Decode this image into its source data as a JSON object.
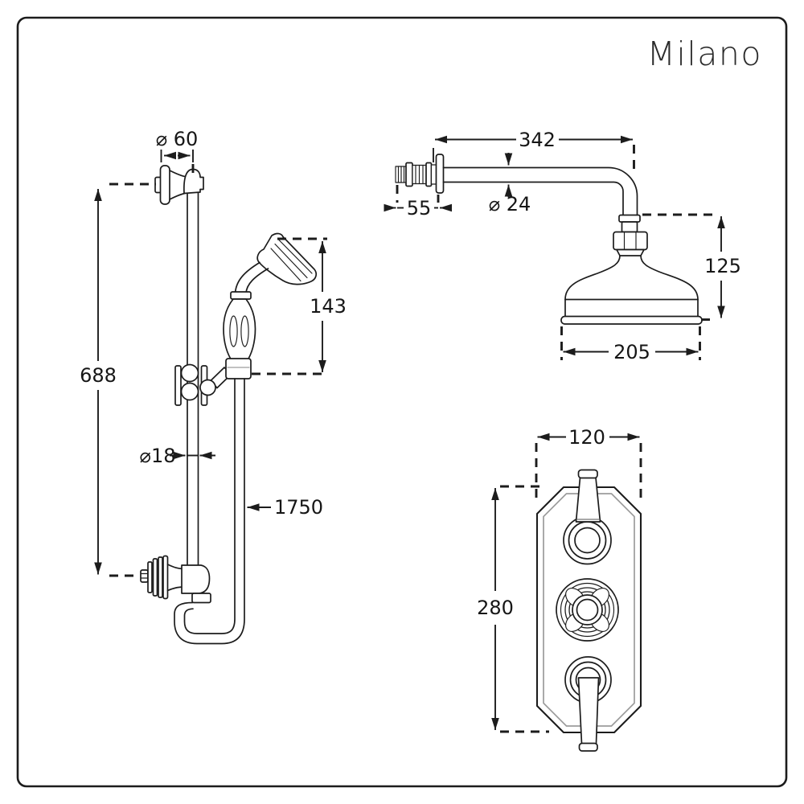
{
  "brand": {
    "logo_text": "Milano"
  },
  "diagram": {
    "slide_rail_assembly": {
      "bracket_diameter_label": "⌀ 60",
      "rail_height_label": "688",
      "handset_height_label": "143",
      "rail_diameter_label": "⌀18",
      "hose_length_label": "1750"
    },
    "overhead_shower_assembly": {
      "arm_length_label": "342",
      "wall_fitting_depth_label": "55",
      "arm_diameter_label": "⌀ 24",
      "head_height_label": "125",
      "head_diameter_label": "205"
    },
    "valve_assembly": {
      "plate_width_label": "120",
      "plate_height_label": "280"
    }
  },
  "colors": {
    "line": "#1c1c1c",
    "secondary_line": "#9c9c9c",
    "background": "#ffffff"
  }
}
